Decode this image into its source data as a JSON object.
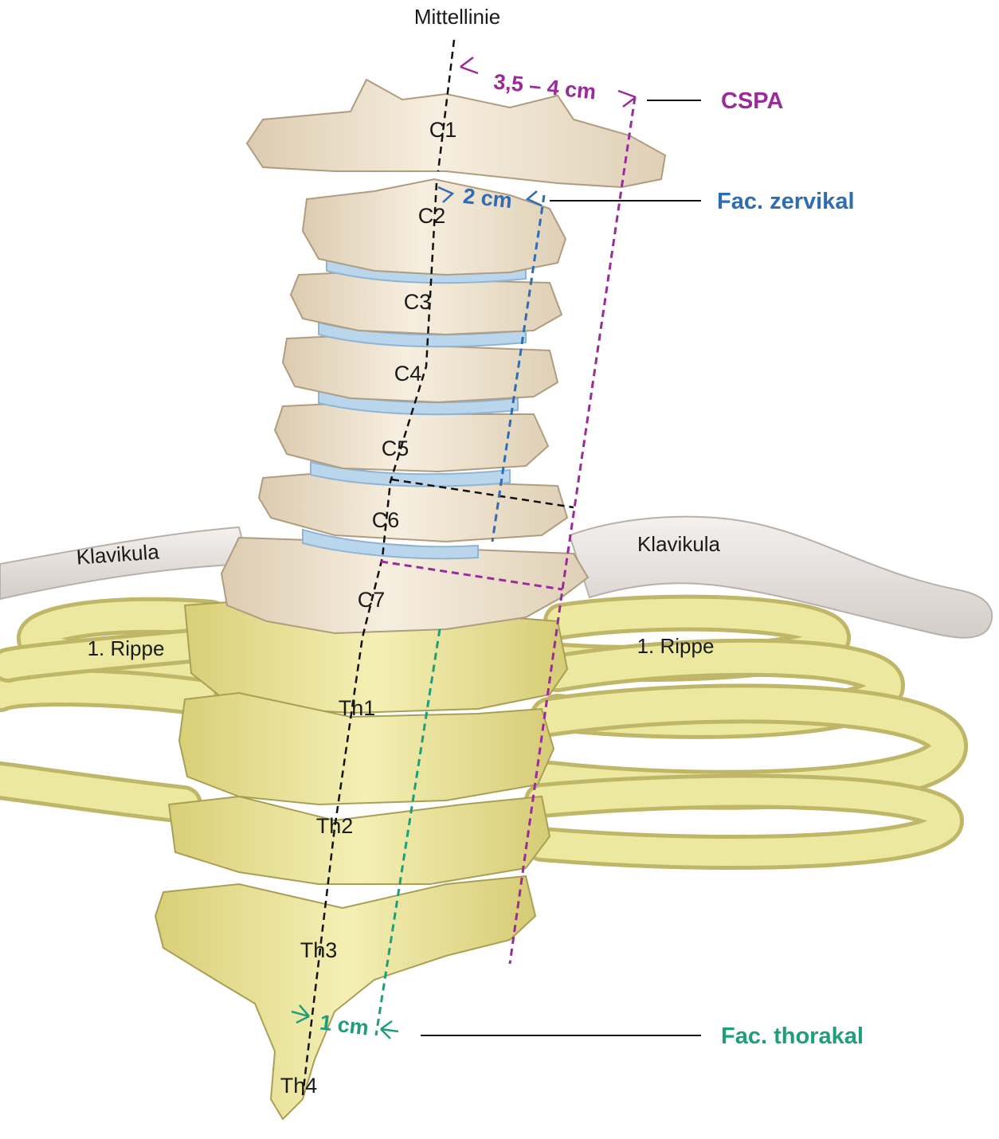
{
  "title": "Mittellinie",
  "callouts": {
    "cspa": {
      "label": "CSPA",
      "color": "#9b2a9a"
    },
    "cervical": {
      "label": "Fac. zervikal",
      "color": "#2e6db4"
    },
    "thoracic": {
      "label": "Fac. thorakal",
      "color": "#1f9e7c"
    }
  },
  "measurements": {
    "cspa": "3,5 – 4 cm",
    "cervical": "2 cm",
    "thoracic": "1 cm"
  },
  "structures": {
    "clavicle_left": "Klavikula",
    "clavicle_right": "Klavikula",
    "rib_left": "1. Rippe",
    "rib_right": "1. Rippe"
  },
  "vertebrae": [
    "C1",
    "C2",
    "C3",
    "C4",
    "C5",
    "C6",
    "C7",
    "Th1",
    "Th2",
    "Th3",
    "Th4"
  ],
  "colors": {
    "cervical_bone": "#efe3cf",
    "thoracic_bone": "#ebe49a",
    "rib": "#ece8a0",
    "clavicle": "#e4dfdc",
    "disc": "#b9d6ec",
    "midline": "#111111"
  }
}
